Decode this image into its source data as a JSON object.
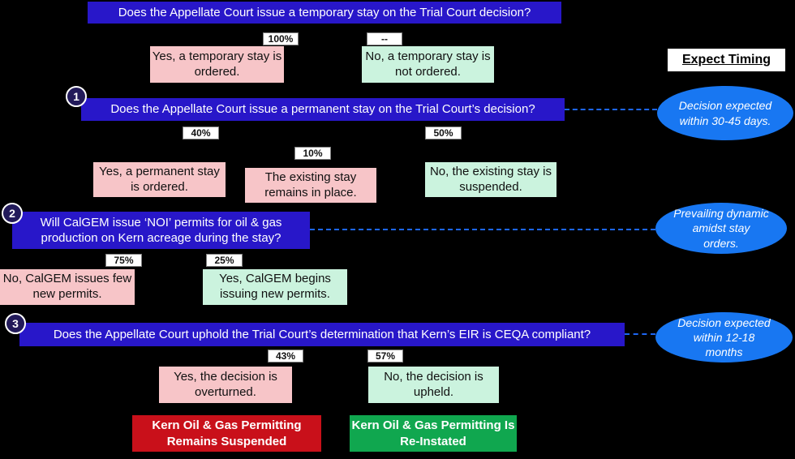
{
  "colors": {
    "background": "#000000",
    "question_blue": "#2817c9",
    "circle_navy": "#221a5a",
    "answer_pink": "#f7c5c8",
    "answer_mint": "#cbf3de",
    "timing_blue": "#1877f2",
    "connector_blue": "#1d66f2",
    "outcome_red": "#c9101a",
    "outcome_green": "#10a74f"
  },
  "timing_header": {
    "label": "Expect Timing"
  },
  "questions": {
    "q0": {
      "text": "Does the Appellate Court issue a temporary stay on the Trial Court decision?"
    },
    "q1": {
      "number": "1",
      "text": "Does the Appellate Court issue a permanent stay on the Trial Court’s decision?",
      "timing": "Decision expected within 30-45 days."
    },
    "q2": {
      "number": "2",
      "text": "Will CalGEM issue ‘NOI’ permits for oil & gas production on Kern acreage during the stay?",
      "timing": "Prevailing dynamic amidst stay orders."
    },
    "q3": {
      "number": "3",
      "text": "Does the Appellate Court uphold the Trial Court’s determination that Kern’s EIR is CEQA compliant?",
      "timing": "Decision expected within 12-18 months"
    }
  },
  "probabilities": {
    "q0_yes": "100%",
    "q0_no": "--",
    "q1_yes": "40%",
    "q1_mid": "10%",
    "q1_no": "50%",
    "q2_no": "75%",
    "q2_yes": "25%",
    "q3_yes": "43%",
    "q3_no": "57%"
  },
  "answers": {
    "q0_yes": "Yes, a temporary stay is ordered.",
    "q0_no": "No, a temporary stay is not ordered.",
    "q1_yes": "Yes, a permanent stay is ordered.",
    "q1_mid": "The existing stay remains in place.",
    "q1_no": "No, the existing stay is suspended.",
    "q2_no": "No, CalGEM issues few new permits.",
    "q2_yes": "Yes, CalGEM begins issuing new permits.",
    "q3_yes": "Yes, the decision is overturned.",
    "q3_no": "No, the decision is upheld."
  },
  "outcomes": {
    "suspended": "Kern Oil & Gas Permitting Remains Suspended",
    "reinstated": "Kern Oil & Gas Permitting Is Re-Instated"
  }
}
